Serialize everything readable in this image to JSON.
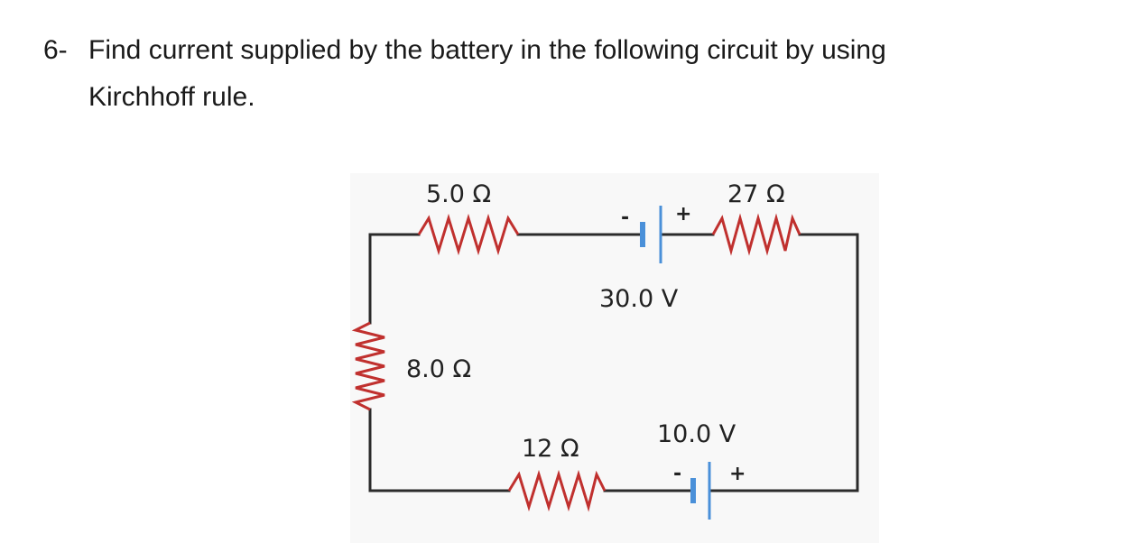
{
  "question": {
    "number": "6-",
    "line1": "Find current supplied by the battery in the following circuit by using",
    "line2": "Kirchhoff rule."
  },
  "circuit": {
    "resistors": {
      "top_left": "5.0 Ω",
      "top_right": "27 Ω",
      "left": "8.0 Ω",
      "bottom": "12 Ω"
    },
    "batteries": {
      "top": "30.0 V",
      "bottom": "10.0 V"
    },
    "polarity": {
      "minus": "-",
      "plus": "+"
    },
    "colors": {
      "wire": "#2b2b2b",
      "resistor": "#c0302e",
      "battery_plate": "#4a90d9",
      "panel": "#f8f8f8"
    }
  }
}
